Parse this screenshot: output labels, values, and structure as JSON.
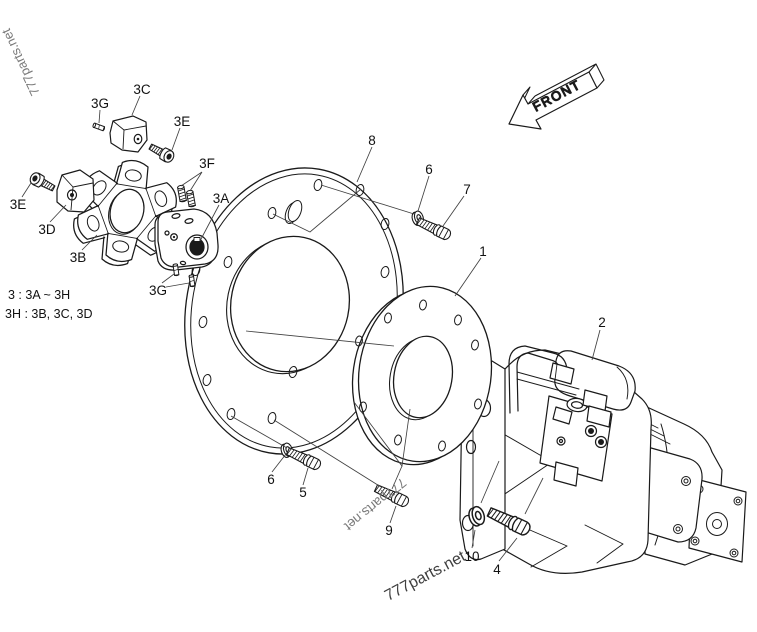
{
  "diagram": {
    "type": "exploded-parts-diagram",
    "subject": "hydraulic pump with coupling and mounting plates"
  },
  "front_arrow": {
    "label": "FRONT"
  },
  "watermark": {
    "text": "777parts.net"
  },
  "notes": {
    "line1": "3 : 3A ~ 3H",
    "line2": "3H : 3B, 3C, 3D"
  },
  "labels": {
    "item1": "1",
    "item2": "2",
    "item3a": "3A",
    "item3b": "3B",
    "item3c": "3C",
    "item3d": "3D",
    "item3e": "3E",
    "item3f": "3F",
    "item3g": "3G",
    "item4": "4",
    "item5": "5",
    "item6": "6",
    "item7": "7",
    "item8": "8",
    "item9": "9",
    "item10": "10"
  },
  "colors": {
    "line": "#1a1a1a",
    "leader": "#404040",
    "label": "#111111",
    "watermark_light": "#8a8a8a",
    "watermark_dark": "#3f3f3f",
    "background": "#ffffff"
  }
}
